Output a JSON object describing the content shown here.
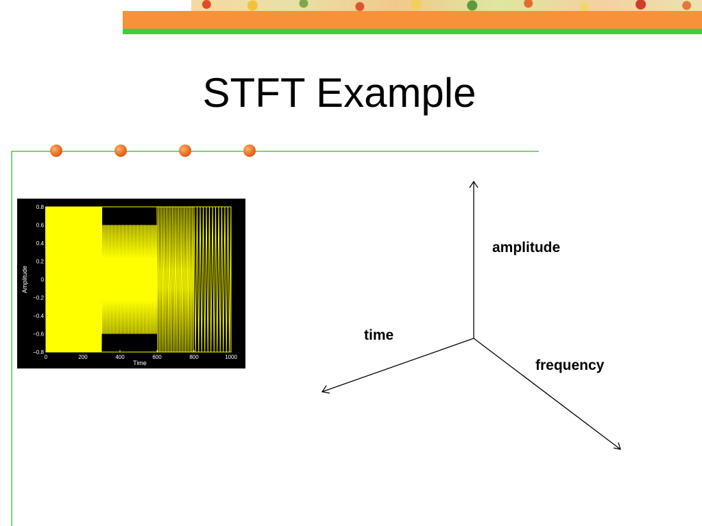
{
  "slide": {
    "title": "STFT Example",
    "colors": {
      "accent_orange": "#f7923a",
      "accent_green": "#3fce3f",
      "frame_green": "#79d479",
      "bullet_orange": "#e8651a"
    }
  },
  "chart_data": {
    "type": "line",
    "xlabel": "Time",
    "ylabel": "Amplitude",
    "xlim": [
      0,
      1000
    ],
    "ylim": [
      -0.8,
      0.8
    ],
    "x_ticks": [
      0,
      200,
      400,
      600,
      800,
      1000
    ],
    "y_ticks": [
      -0.8,
      -0.6,
      -0.4,
      -0.2,
      0,
      0.2,
      0.4,
      0.6,
      0.8
    ],
    "y_tick_labels": [
      "−0.8",
      "−0.6",
      "−0.4",
      "−0.2",
      "0",
      "0.2",
      "0.4",
      "0.6",
      "0.8"
    ],
    "segments": [
      {
        "x_start": 0,
        "x_end": 300,
        "amplitude": 0.8,
        "cycles": 60,
        "fill": "dense"
      },
      {
        "x_start": 300,
        "x_end": 600,
        "amplitude": 0.6,
        "cycles": 40,
        "fill": "medium"
      },
      {
        "x_start": 600,
        "x_end": 800,
        "amplitude": 0.8,
        "cycles": 24,
        "fill": "sparse"
      },
      {
        "x_start": 800,
        "x_end": 1000,
        "amplitude": 0.8,
        "cycles": 12,
        "fill": "sparse"
      }
    ],
    "color": "#ffff00",
    "background": "#000000",
    "grid": false
  },
  "axes_diagram": {
    "labels": {
      "amplitude": "amplitude",
      "time": "time",
      "frequency": "frequency"
    }
  }
}
